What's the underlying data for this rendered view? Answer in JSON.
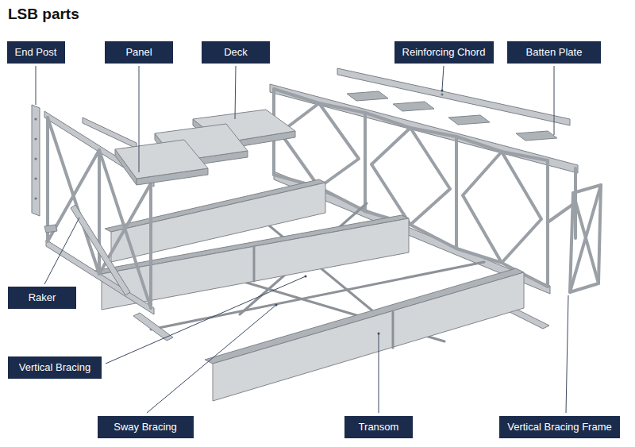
{
  "diagram": {
    "title": "LSB parts",
    "nodes": [
      {
        "text": [
          "End Post"
        ]
      },
      {
        "text": [
          "Panel"
        ]
      },
      {
        "text": [
          "Deck"
        ]
      },
      {
        "text": [
          "Reinforcing Chord"
        ]
      },
      {
        "text": [
          "Batten Plate"
        ]
      },
      {
        "text": [
          "Raker"
        ]
      },
      {
        "text": [
          "Vertical Bracing"
        ]
      },
      {
        "text": [
          "Sway Bracing"
        ]
      },
      {
        "text": [
          "Transom"
        ]
      },
      {
        "text": [
          "Vertical Bracing Frame"
        ]
      }
    ]
  }
}
